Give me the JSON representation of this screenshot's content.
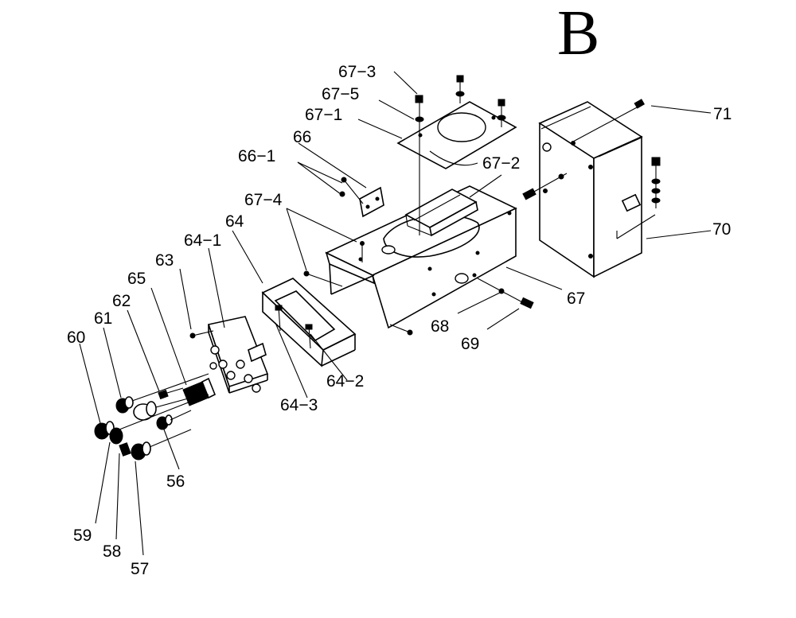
{
  "section_letter": "B",
  "labels": {
    "p56": "56",
    "p57": "57",
    "p58": "58",
    "p59": "59",
    "p60": "60",
    "p61": "61",
    "p62": "62",
    "p63": "63",
    "p64": "64",
    "p64_1": "64−1",
    "p64_2": "64−2",
    "p64_3": "64−3",
    "p65": "65",
    "p66": "66",
    "p66_1": "66−1",
    "p67": "67",
    "p67_1": "67−1",
    "p67_2": "67−2",
    "p67_3": "67−3",
    "p67_4": "67−4",
    "p67_5": "67−5",
    "p68": "68",
    "p69": "69",
    "p70": "70",
    "p71": "71"
  }
}
